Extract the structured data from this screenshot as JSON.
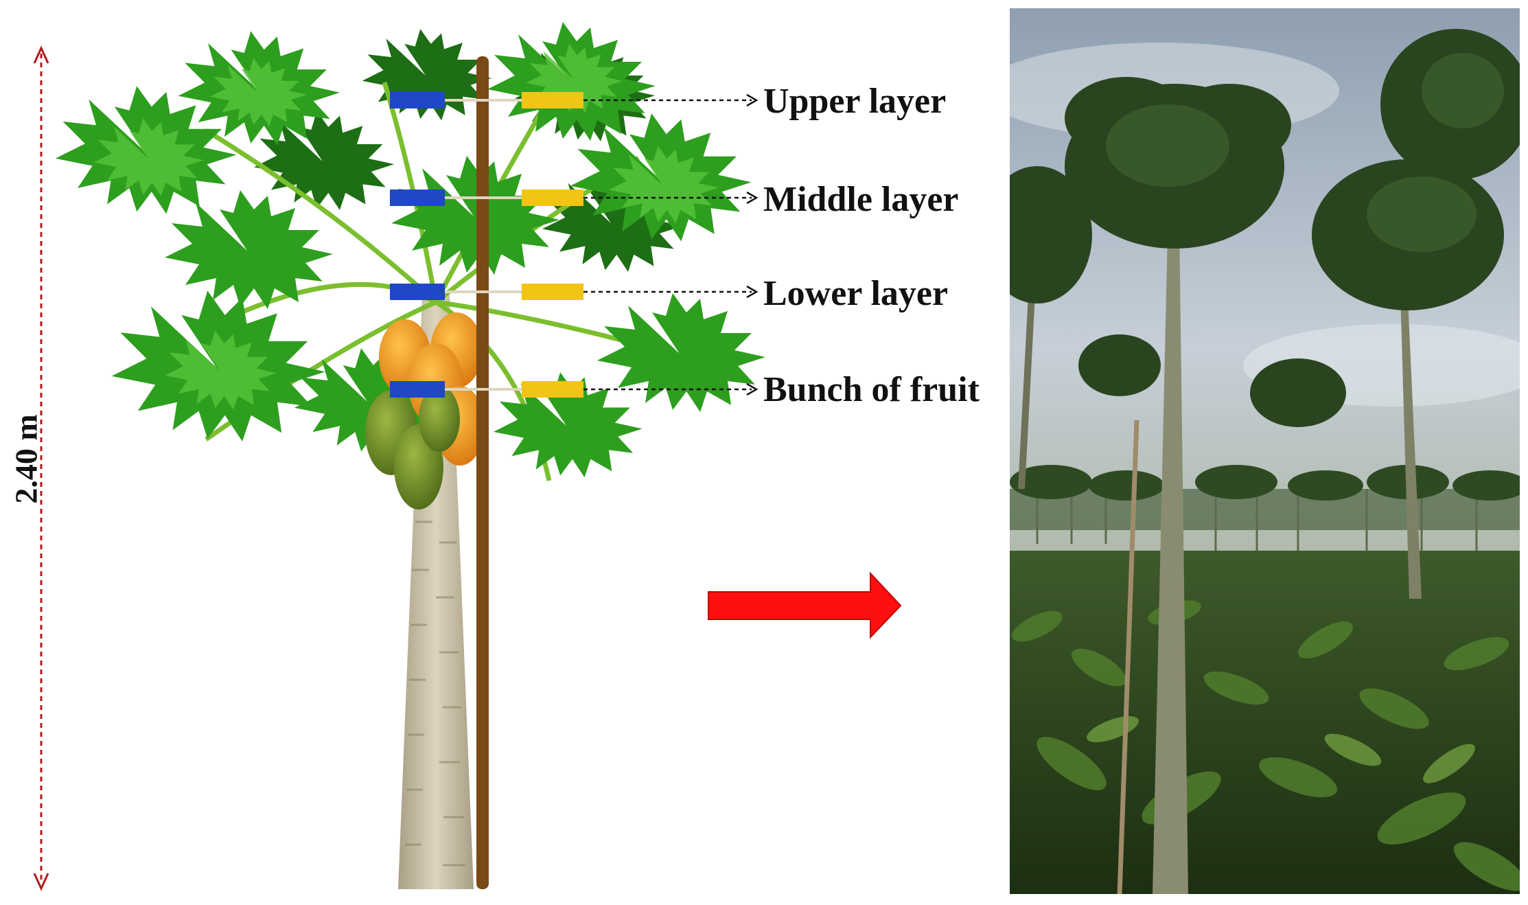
{
  "height_label": "2.40 m",
  "layers": [
    {
      "id": "upper",
      "label": "Upper layer"
    },
    {
      "id": "middle",
      "label": "Middle layer"
    },
    {
      "id": "lower",
      "label": "Lower layer"
    },
    {
      "id": "fruit",
      "label": "Bunch of fruit"
    }
  ],
  "colors": {
    "leaf": "#2e9e1f",
    "leaf_dark": "#1d6e14",
    "leaf_light": "#55c23a",
    "trunk": "#c9bfa6",
    "pole": "#7a4a16",
    "sensor_blue": "#1f47c7",
    "sensor_yellow": "#f2c416",
    "fruit_orange": "#e9921c",
    "fruit_green": "#6e8f26",
    "arrow_red": "#ff1010",
    "dimension_line": "#b01c1c",
    "sky": "#b6c2cf",
    "crop": "#2f4f1d"
  }
}
